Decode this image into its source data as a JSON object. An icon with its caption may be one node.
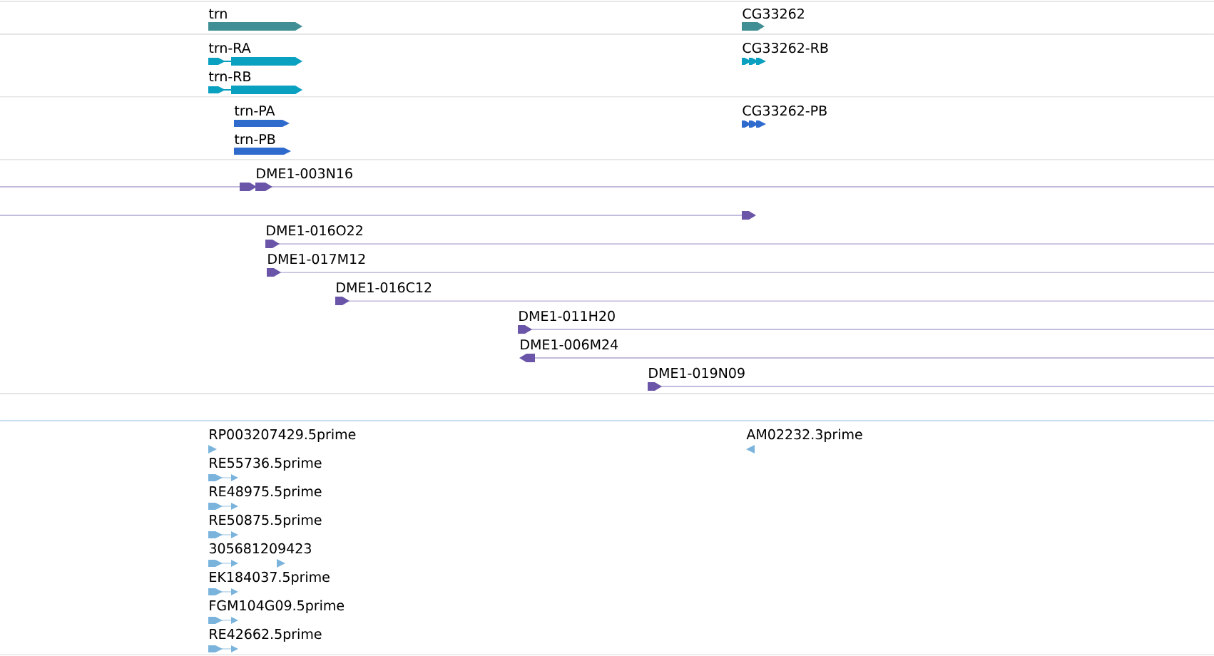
{
  "diagram": {
    "labels": [
      "trn",
      "CG33262",
      "trn-RA",
      "CG33262-RB",
      "trn-RB",
      "trn-PA",
      "CG33262-PB",
      "trn-PB",
      "DME1-003N16",
      "DME1-016O22",
      "DME1-017M12",
      "DME1-016C12",
      "DME1-011H20",
      "DME1-006M24",
      "DME1-019N09",
      "RP003207429.5prime",
      "AM02232.3prime",
      "RE55736.5prime",
      "RE48975.5prime",
      "RE50875.5prime",
      "305681209423",
      "EK184037.5prime",
      "FGM104G09.5prime",
      "RE42662.5prime"
    ]
  }
}
